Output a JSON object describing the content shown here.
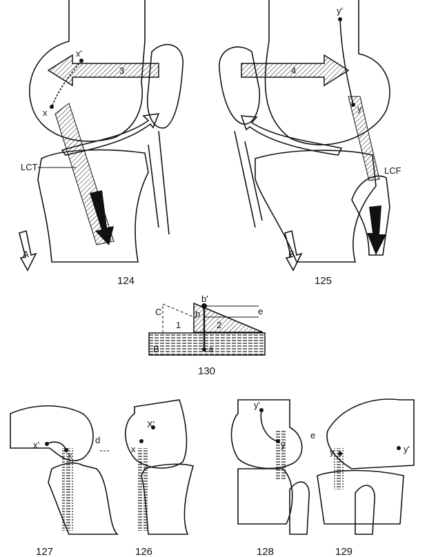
{
  "figures": {
    "fig124": {
      "number": "124",
      "labels": {
        "x_prime": "x'",
        "x": "x",
        "arrow": "3",
        "ligament": "LCT",
        "force": "A"
      }
    },
    "fig125": {
      "number": "125",
      "labels": {
        "y_prime": "y'",
        "y": "y",
        "arrow": "4",
        "ligament": "LCF",
        "force": "B"
      }
    },
    "fig130": {
      "number": "130",
      "labels": {
        "c": "C",
        "b_prime": "b'",
        "b": "b",
        "e": "e",
        "one": "1",
        "two": "2",
        "base": "B",
        "a": "a"
      }
    },
    "fig127": {
      "number": "127",
      "labels": {
        "x_prime": "x'",
        "x": "x",
        "d": "d"
      }
    },
    "fig126": {
      "number": "126",
      "labels": {
        "x_prime": "X'",
        "x": "x"
      }
    },
    "fig128": {
      "number": "128",
      "labels": {
        "y_prime": "y'",
        "y": "y",
        "e": "e"
      }
    },
    "fig129": {
      "number": "129",
      "labels": {
        "y_prime": "y'",
        "y": "y"
      }
    }
  }
}
